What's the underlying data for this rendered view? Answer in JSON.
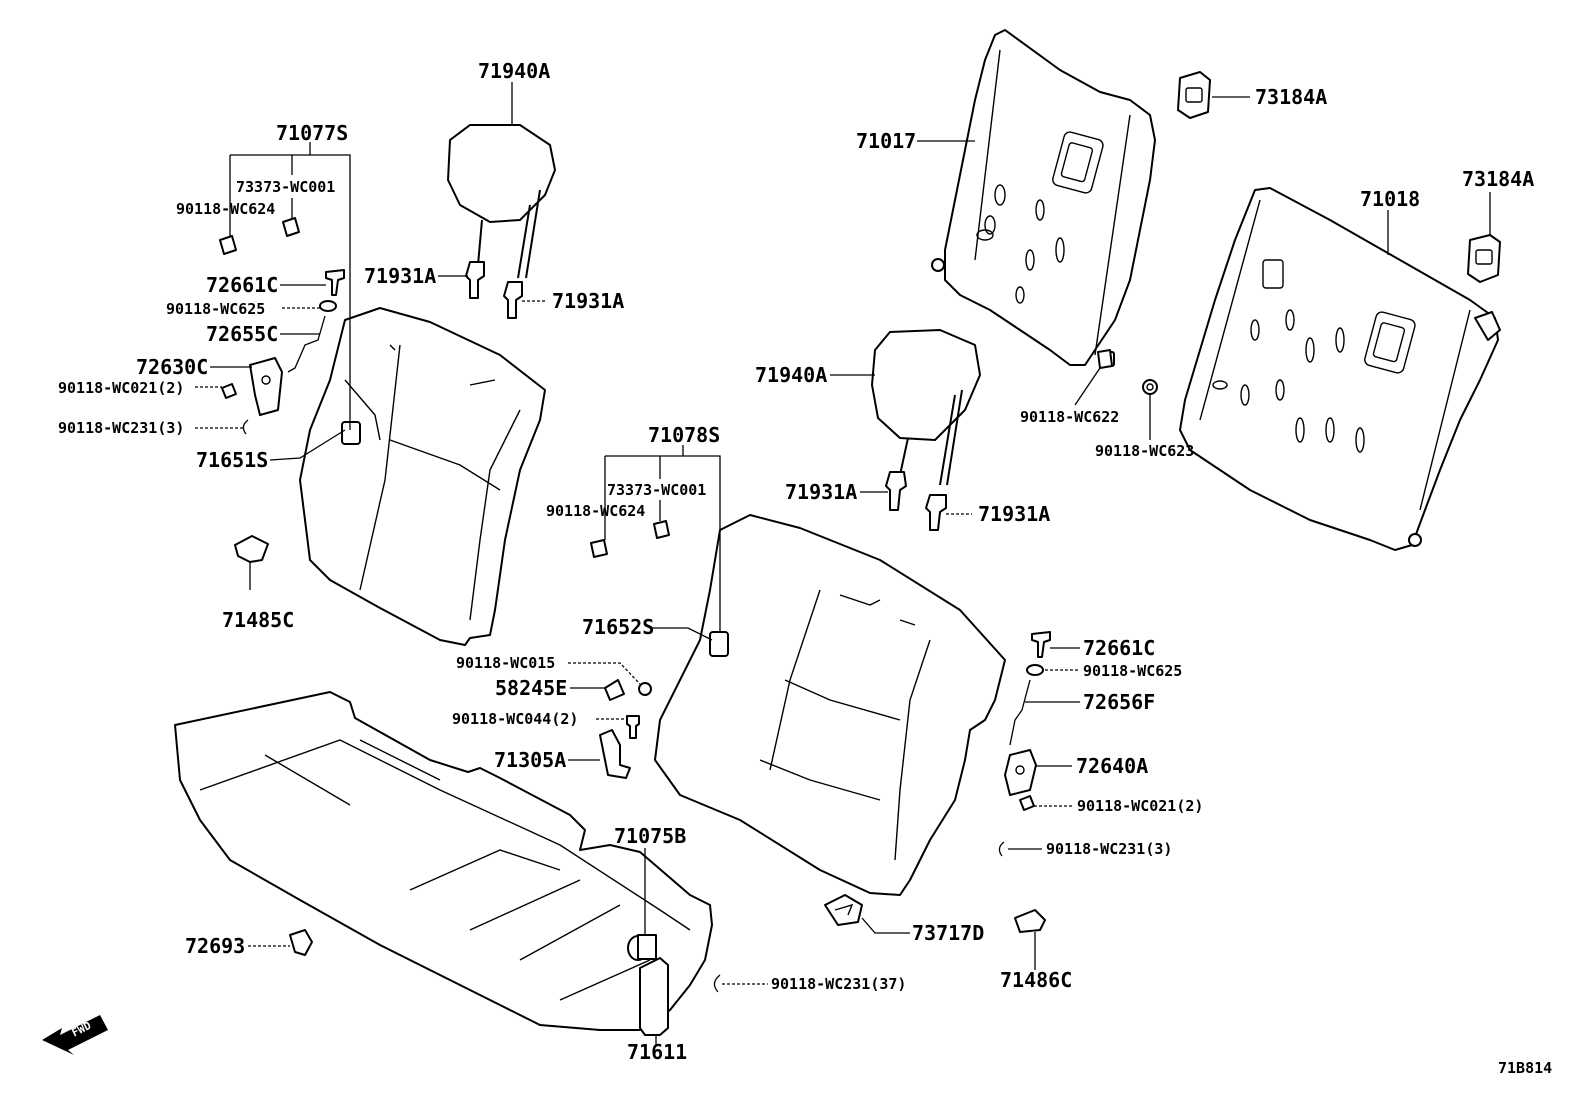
{
  "labels": {
    "l71940A_top": "71940A",
    "l71077S": "71077S",
    "l73373_wc001_left": "73373-WC001",
    "l90118_wc624_left": "90118-WC624",
    "l71931A_left": "71931A",
    "l71931A_left2": "71931A",
    "l72661C_left": "72661C",
    "l90118_wc625_left": "90118-WC625",
    "l72655C": "72655C",
    "l72630C": "72630C",
    "l90118_wc021_left": "90118-WC021(2)",
    "l90118_wc231_left": "90118-WC231(3)",
    "l71651S": "71651S",
    "l71485C": "71485C",
    "l71017": "71017",
    "l73184A_top": "73184A",
    "l71018": "71018",
    "l73184A_right": "73184A",
    "l71940A_mid": "71940A",
    "l90118_wc622": "90118-WC622",
    "l90118_wc623": "90118-WC623",
    "l71931A_mid1": "71931A",
    "l71931A_mid2": "71931A",
    "l71078S": "71078S",
    "l73373_wc001_mid": "73373-WC001",
    "l90118_wc624_mid": "90118-WC624",
    "l71652S": "71652S",
    "l90118_wc015": "90118-WC015",
    "l58245E": "58245E",
    "l90118_wc044": "90118-WC044(2)",
    "l71305A": "71305A",
    "l71075B": "71075B",
    "l72693": "72693",
    "l71611": "71611",
    "l90118_wc231_37": "90118-WC231(37)",
    "l73717D": "73717D",
    "l71486C": "71486C",
    "l72661C_right": "72661C",
    "l90118_wc625_right": "90118-WC625",
    "l72656F": "72656F",
    "l72640A": "72640A",
    "l90118_wc021_right": "90118-WC021(2)",
    "l90118_wc231_right": "90118-WC231(3)",
    "fwd": "FWD",
    "diagram_code": "71B814"
  }
}
